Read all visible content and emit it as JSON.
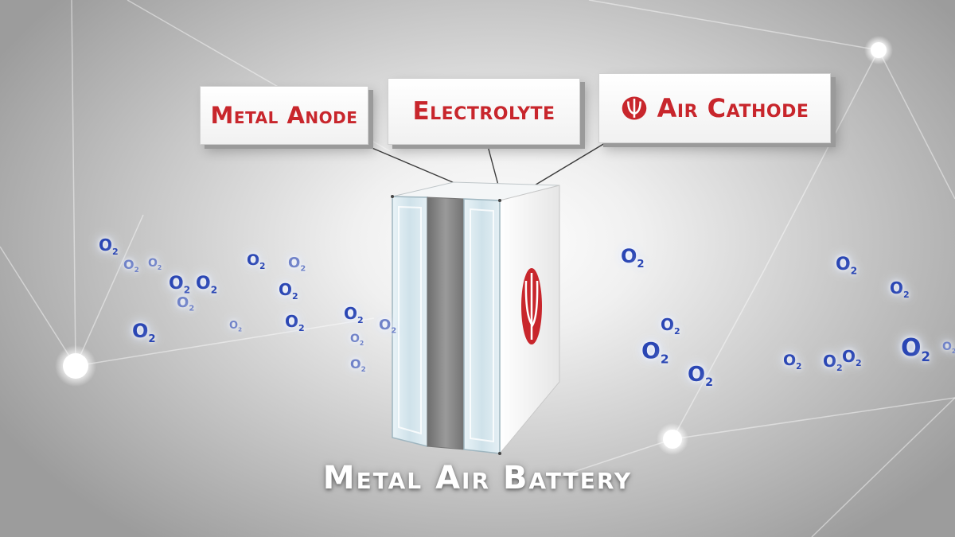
{
  "labels": {
    "anode": "Metal Anode",
    "electrolyte": "Electrolyte",
    "cathode": "Air Cathode"
  },
  "title": "Metal Air Battery",
  "brand_color": "#c8262c",
  "molecule_color": "#2a46b4",
  "molecule_text": "O",
  "molecule_subscript": "2",
  "icons": [
    "brand-logo-icon",
    "battery-cell-icon",
    "oxygen-molecule-icon",
    "glow-node-icon"
  ]
}
